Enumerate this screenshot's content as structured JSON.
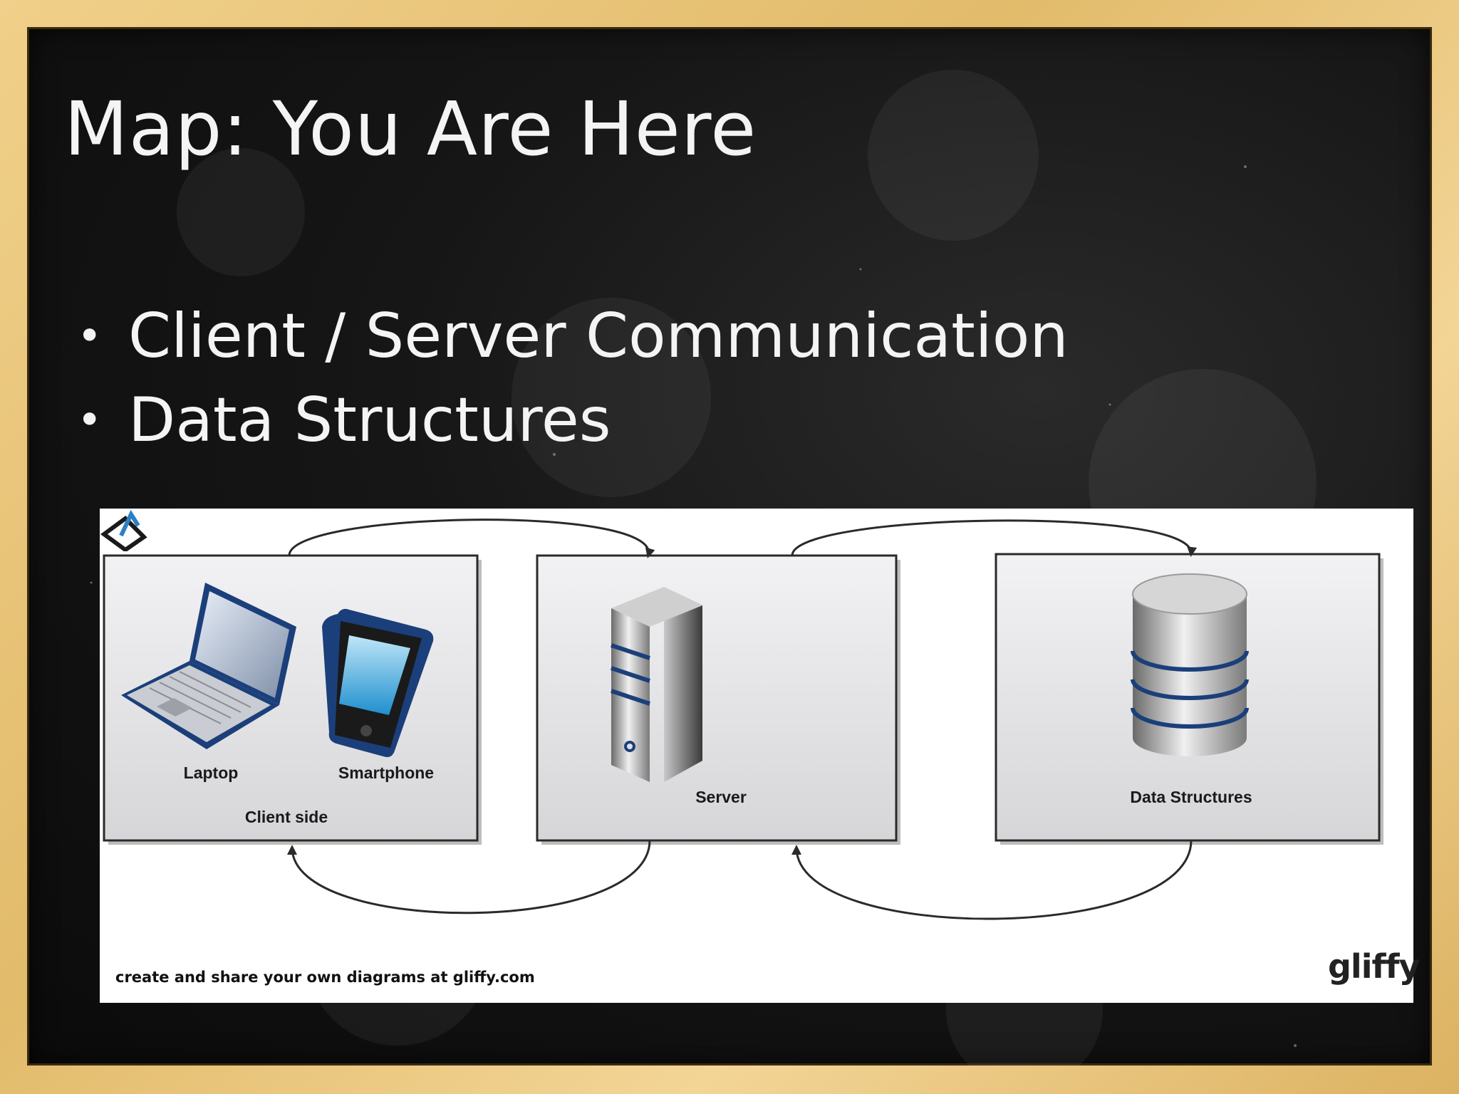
{
  "slide": {
    "title": "Map: You Are Here",
    "bullets": [
      "Client / Server Communication",
      "Data Structures"
    ]
  },
  "diagram": {
    "boxes": {
      "client": {
        "group_label": "Client side",
        "items": [
          "Laptop",
          "Smartphone"
        ]
      },
      "server": {
        "label": "Server"
      },
      "data": {
        "label": "Data Structures"
      }
    },
    "footer_text": "create and share your own diagrams at gliffy.com",
    "logo_text": "gliffy"
  },
  "colors": {
    "chalkboard": "#111111",
    "frame": "#e6c07a",
    "chalk_text": "#f4f4f4",
    "box_fill": "#e8e8ea",
    "box_border": "#2a2a2a",
    "accent_blue": "#1b3f7a"
  }
}
